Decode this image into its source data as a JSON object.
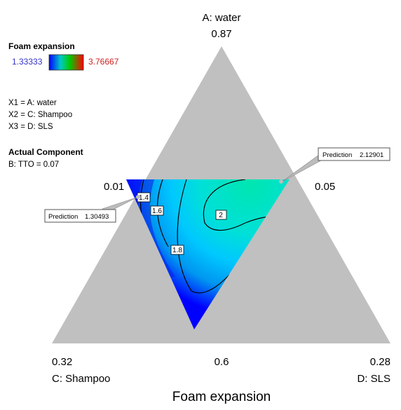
{
  "chart_data": {
    "type": "ternary-contour",
    "title": "Foam expansion",
    "colorbar": {
      "title": "Foam expansion",
      "min": "1.33333",
      "max": "3.76667",
      "colors": [
        "#0000ff",
        "#00c8c8",
        "#00cc00",
        "#ff0000"
      ]
    },
    "legend_lines": [
      "X1 = A: water",
      "X2 = C: Shampoo",
      "X3 = D: SLS"
    ],
    "actual_component": {
      "heading": "Actual Component",
      "value": "B: TTO = 0.07"
    },
    "vertices": {
      "top": {
        "name": "A: water",
        "value": "0.87"
      },
      "left": {
        "name": "C: Shampoo",
        "value": "0.32"
      },
      "right": {
        "name": "D: SLS",
        "value": "0.28"
      }
    },
    "edge_labels": {
      "left": "0.01",
      "right": "0.05",
      "bottom": "0.6"
    },
    "contours": [
      {
        "level": 1.4,
        "label": "1.4"
      },
      {
        "level": 1.6,
        "label": "1.6"
      },
      {
        "level": 1.8,
        "label": "1.8"
      },
      {
        "level": 2.0,
        "label": "2"
      }
    ],
    "predictions": [
      {
        "label": "Prediction",
        "value": "2.12901"
      },
      {
        "label": "Prediction",
        "value": "1.30493"
      }
    ],
    "colors": {
      "background_triangle": "#c0c0c0",
      "region_low": "#0000ff",
      "region_mid": "#00bfff",
      "region_high": "#00e0a8",
      "colorbar_min_text": "#3333cc",
      "colorbar_max_text": "#cc2222"
    }
  }
}
